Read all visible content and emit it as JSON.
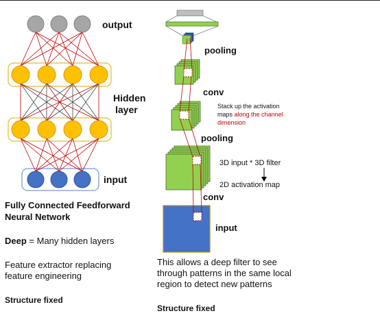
{
  "left_panel": {
    "labels": {
      "output": "output",
      "hidden_line1": "Hidden",
      "hidden_line2": "layer",
      "input": "input"
    },
    "title_line1": "Fully Connected Feedforward",
    "title_line2": "Neural Network",
    "deep_term": "Deep",
    "deep_rest": " = Many hidden layers",
    "feature_line1": "Feature extractor replacing",
    "feature_line2": "feature engineering",
    "structure": "Structure fixed"
  },
  "right_panel": {
    "labels": {
      "pooling_top": "pooling",
      "conv_top": "conv",
      "pooling_mid": "pooling",
      "conv_bottom": "conv",
      "input": "input"
    },
    "stack_note_line1": "Stack up the activation",
    "stack_note_line2_a": "maps ",
    "stack_note_line2_b": "along the channel",
    "stack_note_line3": "dimension",
    "filter_note": "3D input * 3D filter",
    "activation_note": "2D activation map",
    "desc_line1": "This allows a deep filter to see",
    "desc_line2": "through patterns in the same local",
    "desc_line3": "region to detect new patterns",
    "structure": "Structure fixed"
  },
  "colors": {
    "output_node": "#a6a6a6",
    "hidden_node": "#ffc000",
    "input_node": "#4472c4",
    "hidden_box": "#e8c84a",
    "input_box": "#8faadc",
    "edge_dark": "#404040",
    "edge_red": "#c00000",
    "conv_green": "#92d050",
    "input_blue": "#4472c4",
    "gray_bar": "#bfbfbf"
  }
}
